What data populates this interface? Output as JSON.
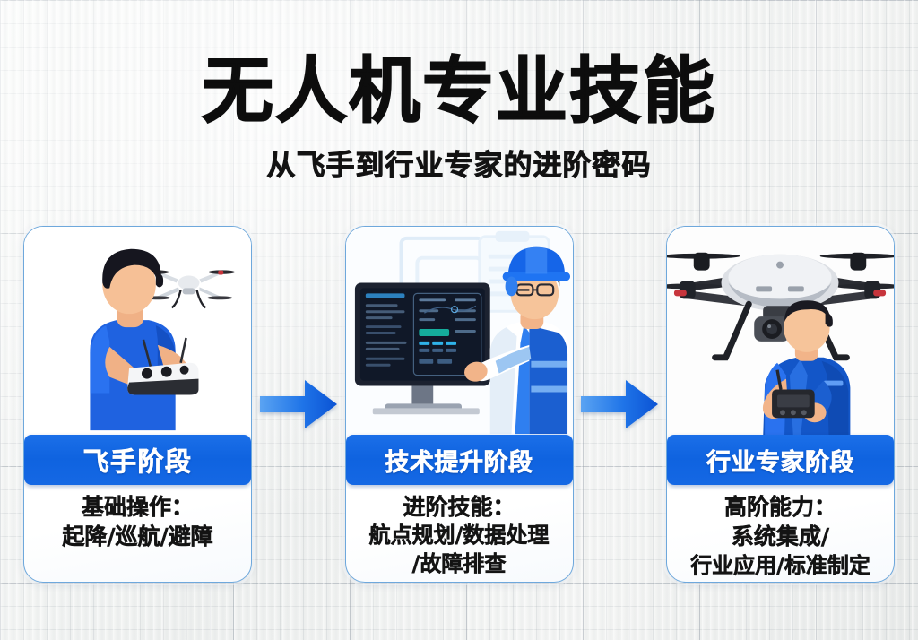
{
  "header": {
    "title": "无人机专业技能",
    "subtitle": "从飞手到行业专家的进阶密码"
  },
  "theme": {
    "banner_blue": "#0f63e0",
    "card_border": "#6ea8dc",
    "arrow_blue_light": "#4f9bf0",
    "arrow_blue_dark": "#0b56d6",
    "background": "#f1f2f1",
    "title_color": "#0d0d0d"
  },
  "cards": [
    {
      "banner": "飞手阶段",
      "desc_lines": [
        "基础操作：",
        "起降/巡航/避障"
      ],
      "illustration": "pilot-with-remote-and-drone"
    },
    {
      "banner": "技术提升阶段",
      "desc_lines": [
        "进阶技能：",
        "航点规划/数据处理",
        "/故障排查"
      ],
      "illustration": "engineer-at-data-monitor"
    },
    {
      "banner": "行业专家阶段",
      "desc_lines": [
        "高阶能力：",
        "系统集成/",
        "行业应用/标准制定"
      ],
      "illustration": "industrial-drone-with-operator"
    }
  ],
  "arrows": [
    {
      "direction": "right",
      "label": "进度箭头1"
    },
    {
      "direction": "right",
      "label": "进度箭头2"
    }
  ]
}
